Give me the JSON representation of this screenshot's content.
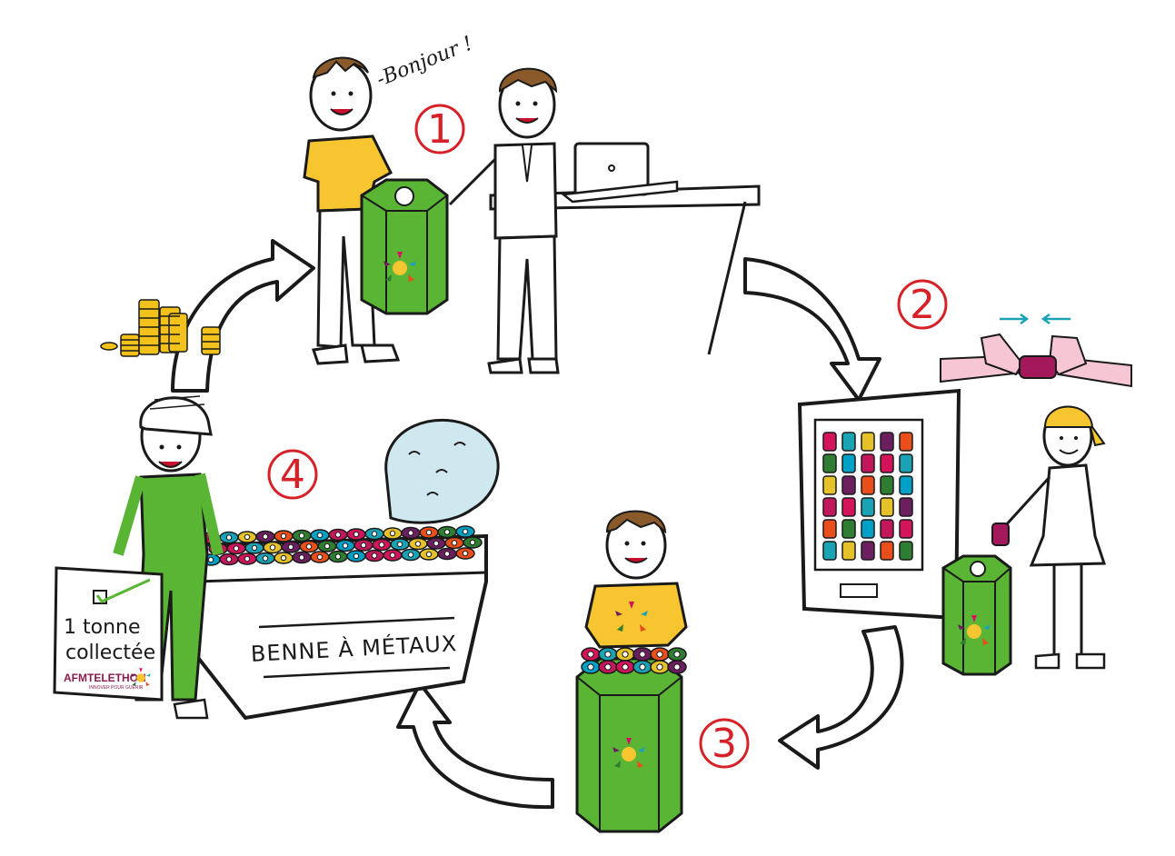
{
  "steps": {
    "step1": "1",
    "step2": "2",
    "step3": "3",
    "step4": "4"
  },
  "speech": {
    "greeting": "-Bonjour !"
  },
  "sign": {
    "line1": "1 tonne",
    "line2": "collectée",
    "brand": "AFMTELETHON",
    "brand_sub": "INNOVER POUR GUÉRIR"
  },
  "dumpster": {
    "label": "BENNE À MÉTAUX"
  },
  "colors": {
    "step_red": "#d62128",
    "bin_green": "#5bb534",
    "shirt_yellow": "#f7c52f",
    "can_palette": [
      "#d4145a",
      "#1aa3b5",
      "#e6c22a",
      "#6b1f5e",
      "#e94e1b",
      "#2e7d32",
      "#00a0c6",
      "#c2185b"
    ]
  },
  "icons": {
    "cycle_arrows": "curved-arrow-icon",
    "coins": "coin-stack-icon",
    "laptop": "laptop-icon",
    "recycle_bin": "recycling-bin-icon",
    "sun_logo": "telethon-sun-icon"
  }
}
